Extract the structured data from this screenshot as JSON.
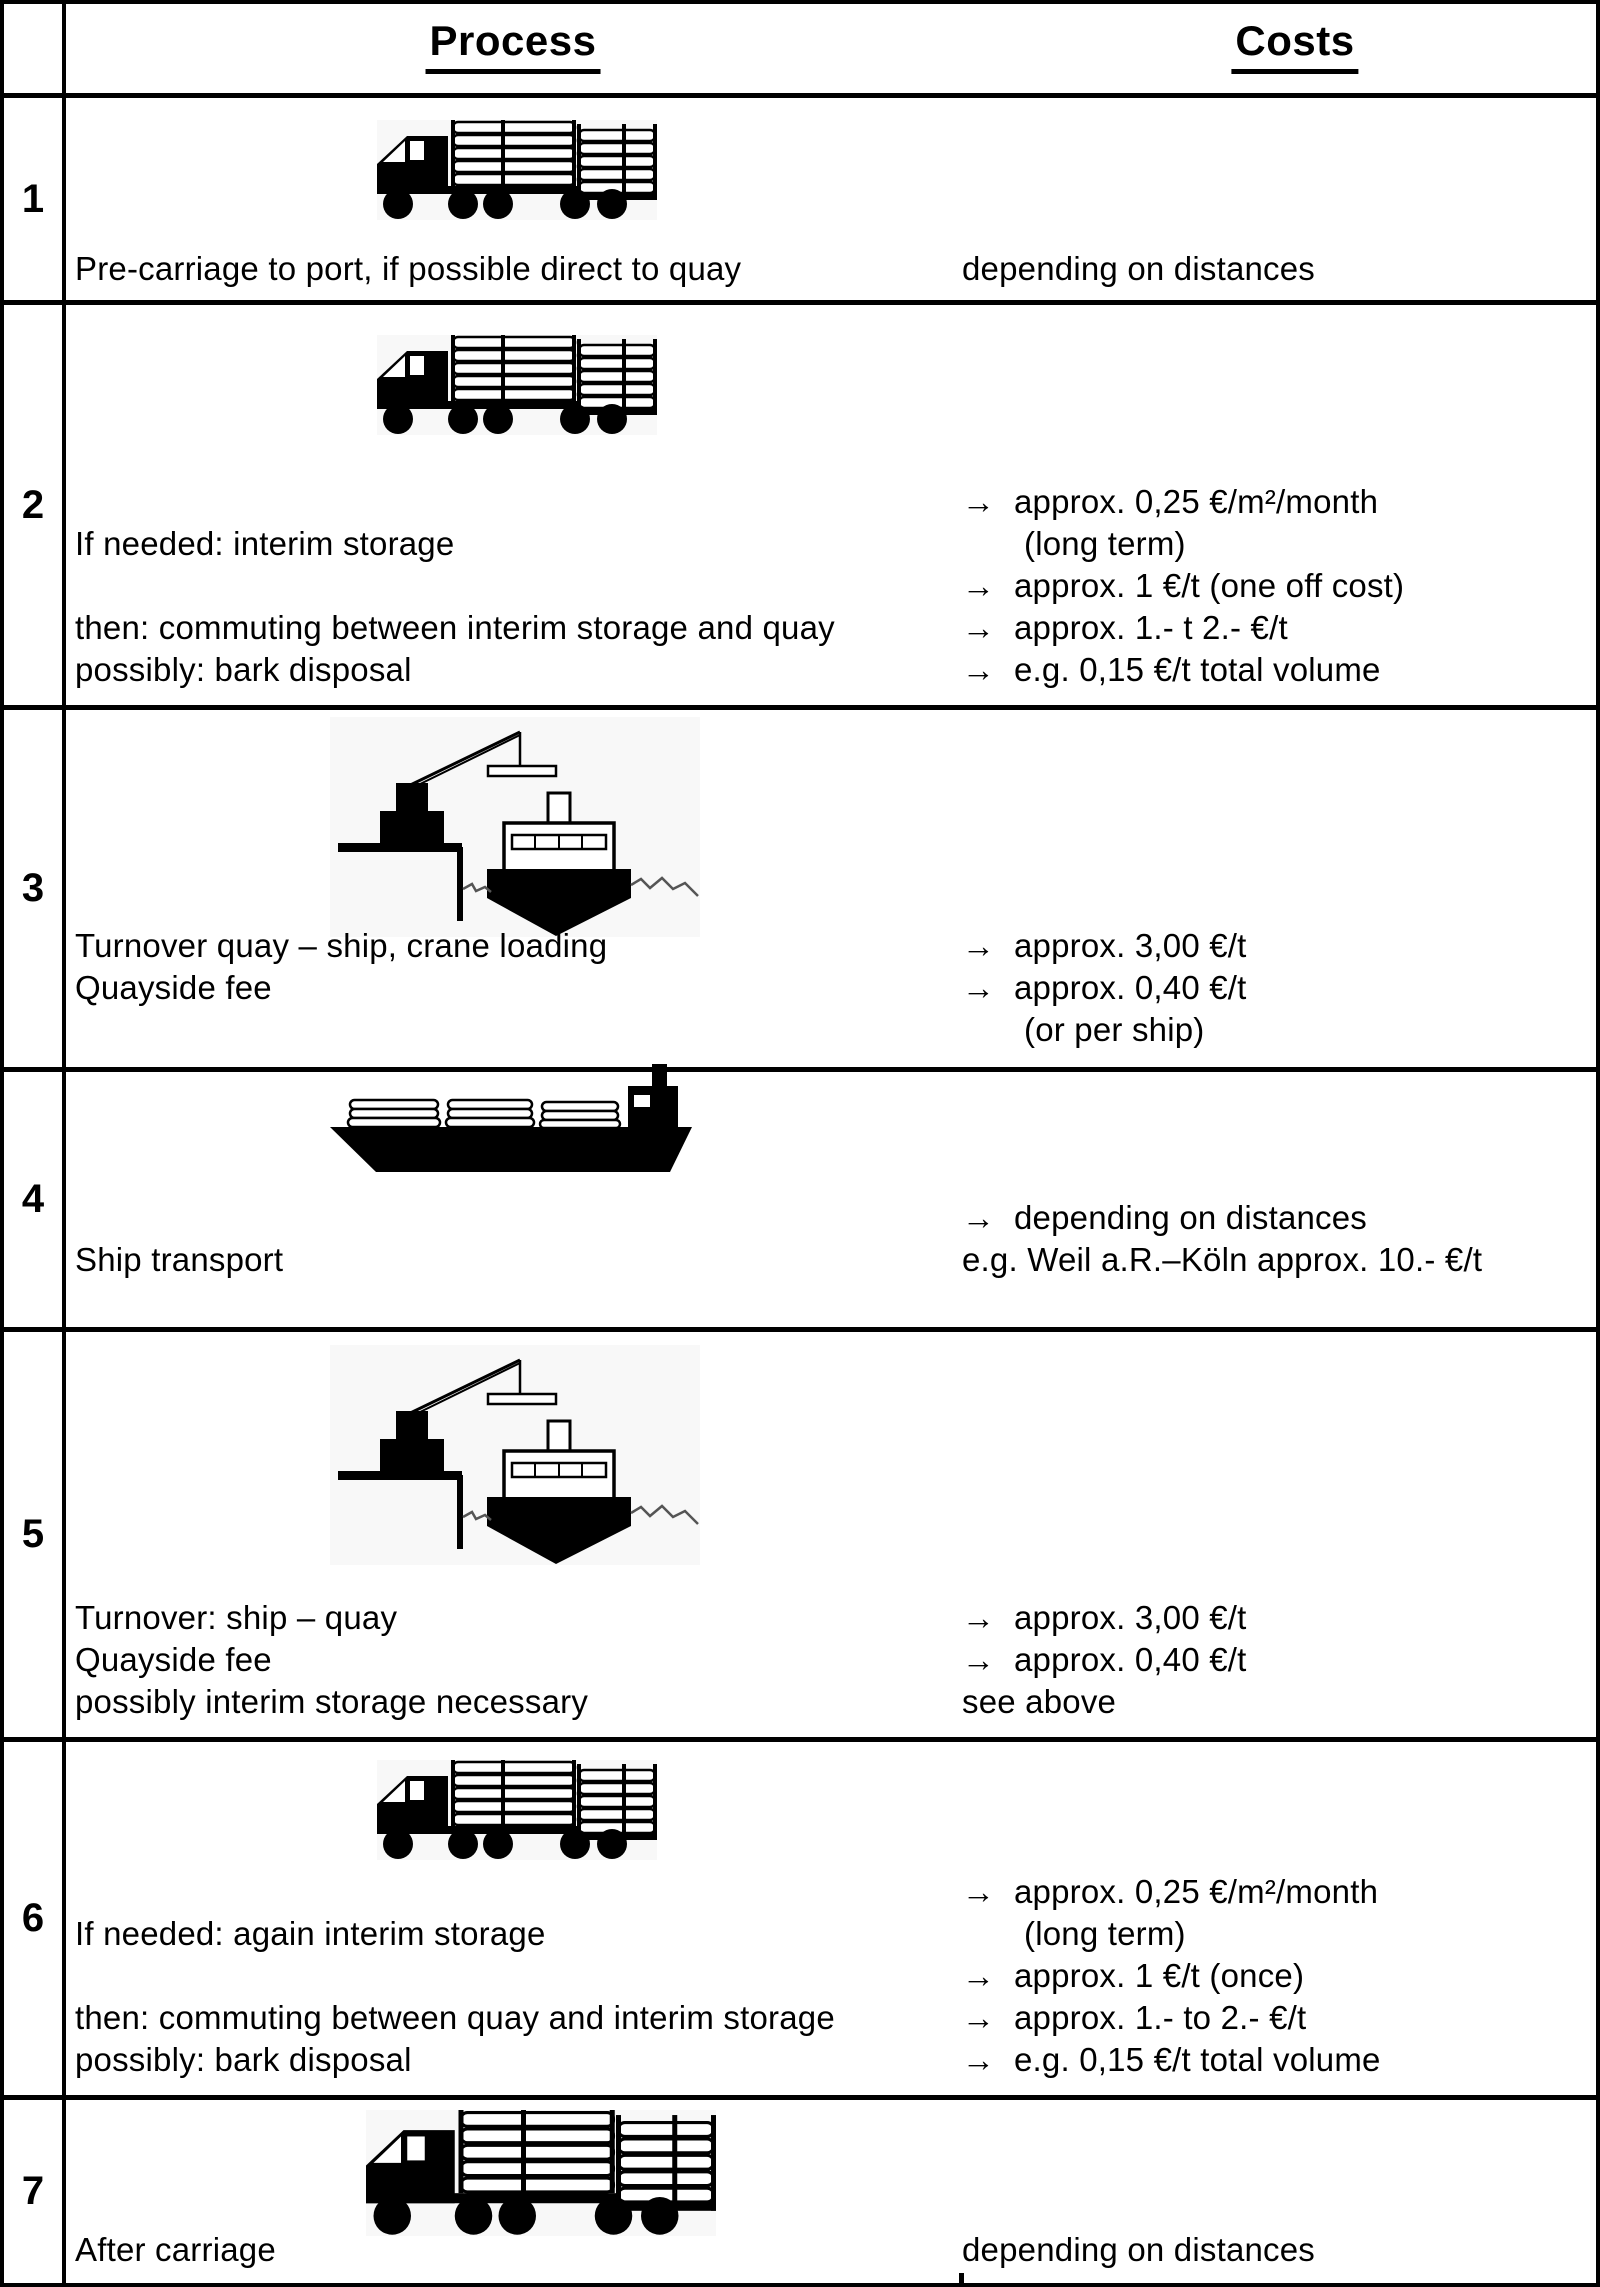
{
  "arrow_glyph": "→",
  "colors": {
    "border": "#000000",
    "background": "#ffffff",
    "text": "#000000",
    "icon_halo": "#f8f8f8"
  },
  "header": {
    "process_label": "Process",
    "costs_label": "Costs"
  },
  "rows": [
    {
      "num": "1",
      "icon": "log-truck",
      "process_lines": [
        "Pre-carriage to port, if possible direct to quay"
      ],
      "cost_lines": [
        {
          "arrow": false,
          "indent": false,
          "text": "depending on distances"
        }
      ]
    },
    {
      "num": "2",
      "icon": "log-truck",
      "process_lines": [
        "If needed: interim storage",
        "",
        "then: commuting between interim storage and quay",
        "possibly: bark disposal"
      ],
      "cost_lines": [
        {
          "arrow": true,
          "indent": false,
          "text": "approx. 0,25 €/m²/month"
        },
        {
          "arrow": false,
          "indent": true,
          "text": "(long term)"
        },
        {
          "arrow": true,
          "indent": false,
          "text": "approx. 1 €/t (one off cost)"
        },
        {
          "arrow": true,
          "indent": false,
          "text": "approx. 1.- t 2.- €/t"
        },
        {
          "arrow": true,
          "indent": false,
          "text": "e.g. 0,15 €/t total volume"
        }
      ]
    },
    {
      "num": "3",
      "icon": "crane-ship",
      "process_lines": [
        "Turnover quay – ship, crane loading",
        "Quayside fee",
        ""
      ],
      "cost_lines": [
        {
          "arrow": true,
          "indent": false,
          "text": "approx. 3,00 €/t"
        },
        {
          "arrow": true,
          "indent": false,
          "text": "approx. 0,40 €/t"
        },
        {
          "arrow": false,
          "indent": true,
          "text": "(or per ship)"
        }
      ]
    },
    {
      "num": "4",
      "icon": "cargo-ship",
      "process_lines": [
        "Ship transport"
      ],
      "cost_lines": [
        {
          "arrow": true,
          "indent": false,
          "text": "depending on distances"
        },
        {
          "arrow": false,
          "indent": false,
          "text": "e.g. Weil a.R.–Köln approx. 10.- €/t"
        }
      ]
    },
    {
      "num": "5",
      "icon": "crane-ship",
      "process_lines": [
        "Turnover: ship – quay",
        "Quayside fee",
        "possibly interim storage necessary"
      ],
      "cost_lines": [
        {
          "arrow": true,
          "indent": false,
          "text": "approx. 3,00 €/t"
        },
        {
          "arrow": true,
          "indent": false,
          "text": "approx. 0,40 €/t"
        },
        {
          "arrow": false,
          "indent": false,
          "text": "see above"
        }
      ]
    },
    {
      "num": "6",
      "icon": "log-truck",
      "process_lines": [
        "If needed: again interim storage",
        "",
        "then: commuting between quay and interim storage",
        "possibly: bark disposal"
      ],
      "cost_lines": [
        {
          "arrow": true,
          "indent": false,
          "text": "approx. 0,25 €/m²/month"
        },
        {
          "arrow": false,
          "indent": true,
          "text": "(long term)"
        },
        {
          "arrow": true,
          "indent": false,
          "text": "approx. 1 €/t (once)"
        },
        {
          "arrow": true,
          "indent": false,
          "text": "approx. 1.- to 2.- €/t"
        },
        {
          "arrow": true,
          "indent": false,
          "text": "e.g. 0,15 €/t total volume"
        }
      ]
    },
    {
      "num": "7",
      "icon": "log-truck",
      "process_lines": [
        "After carriage"
      ],
      "cost_lines": [
        {
          "arrow": false,
          "indent": false,
          "text": "depending on distances"
        }
      ]
    }
  ]
}
